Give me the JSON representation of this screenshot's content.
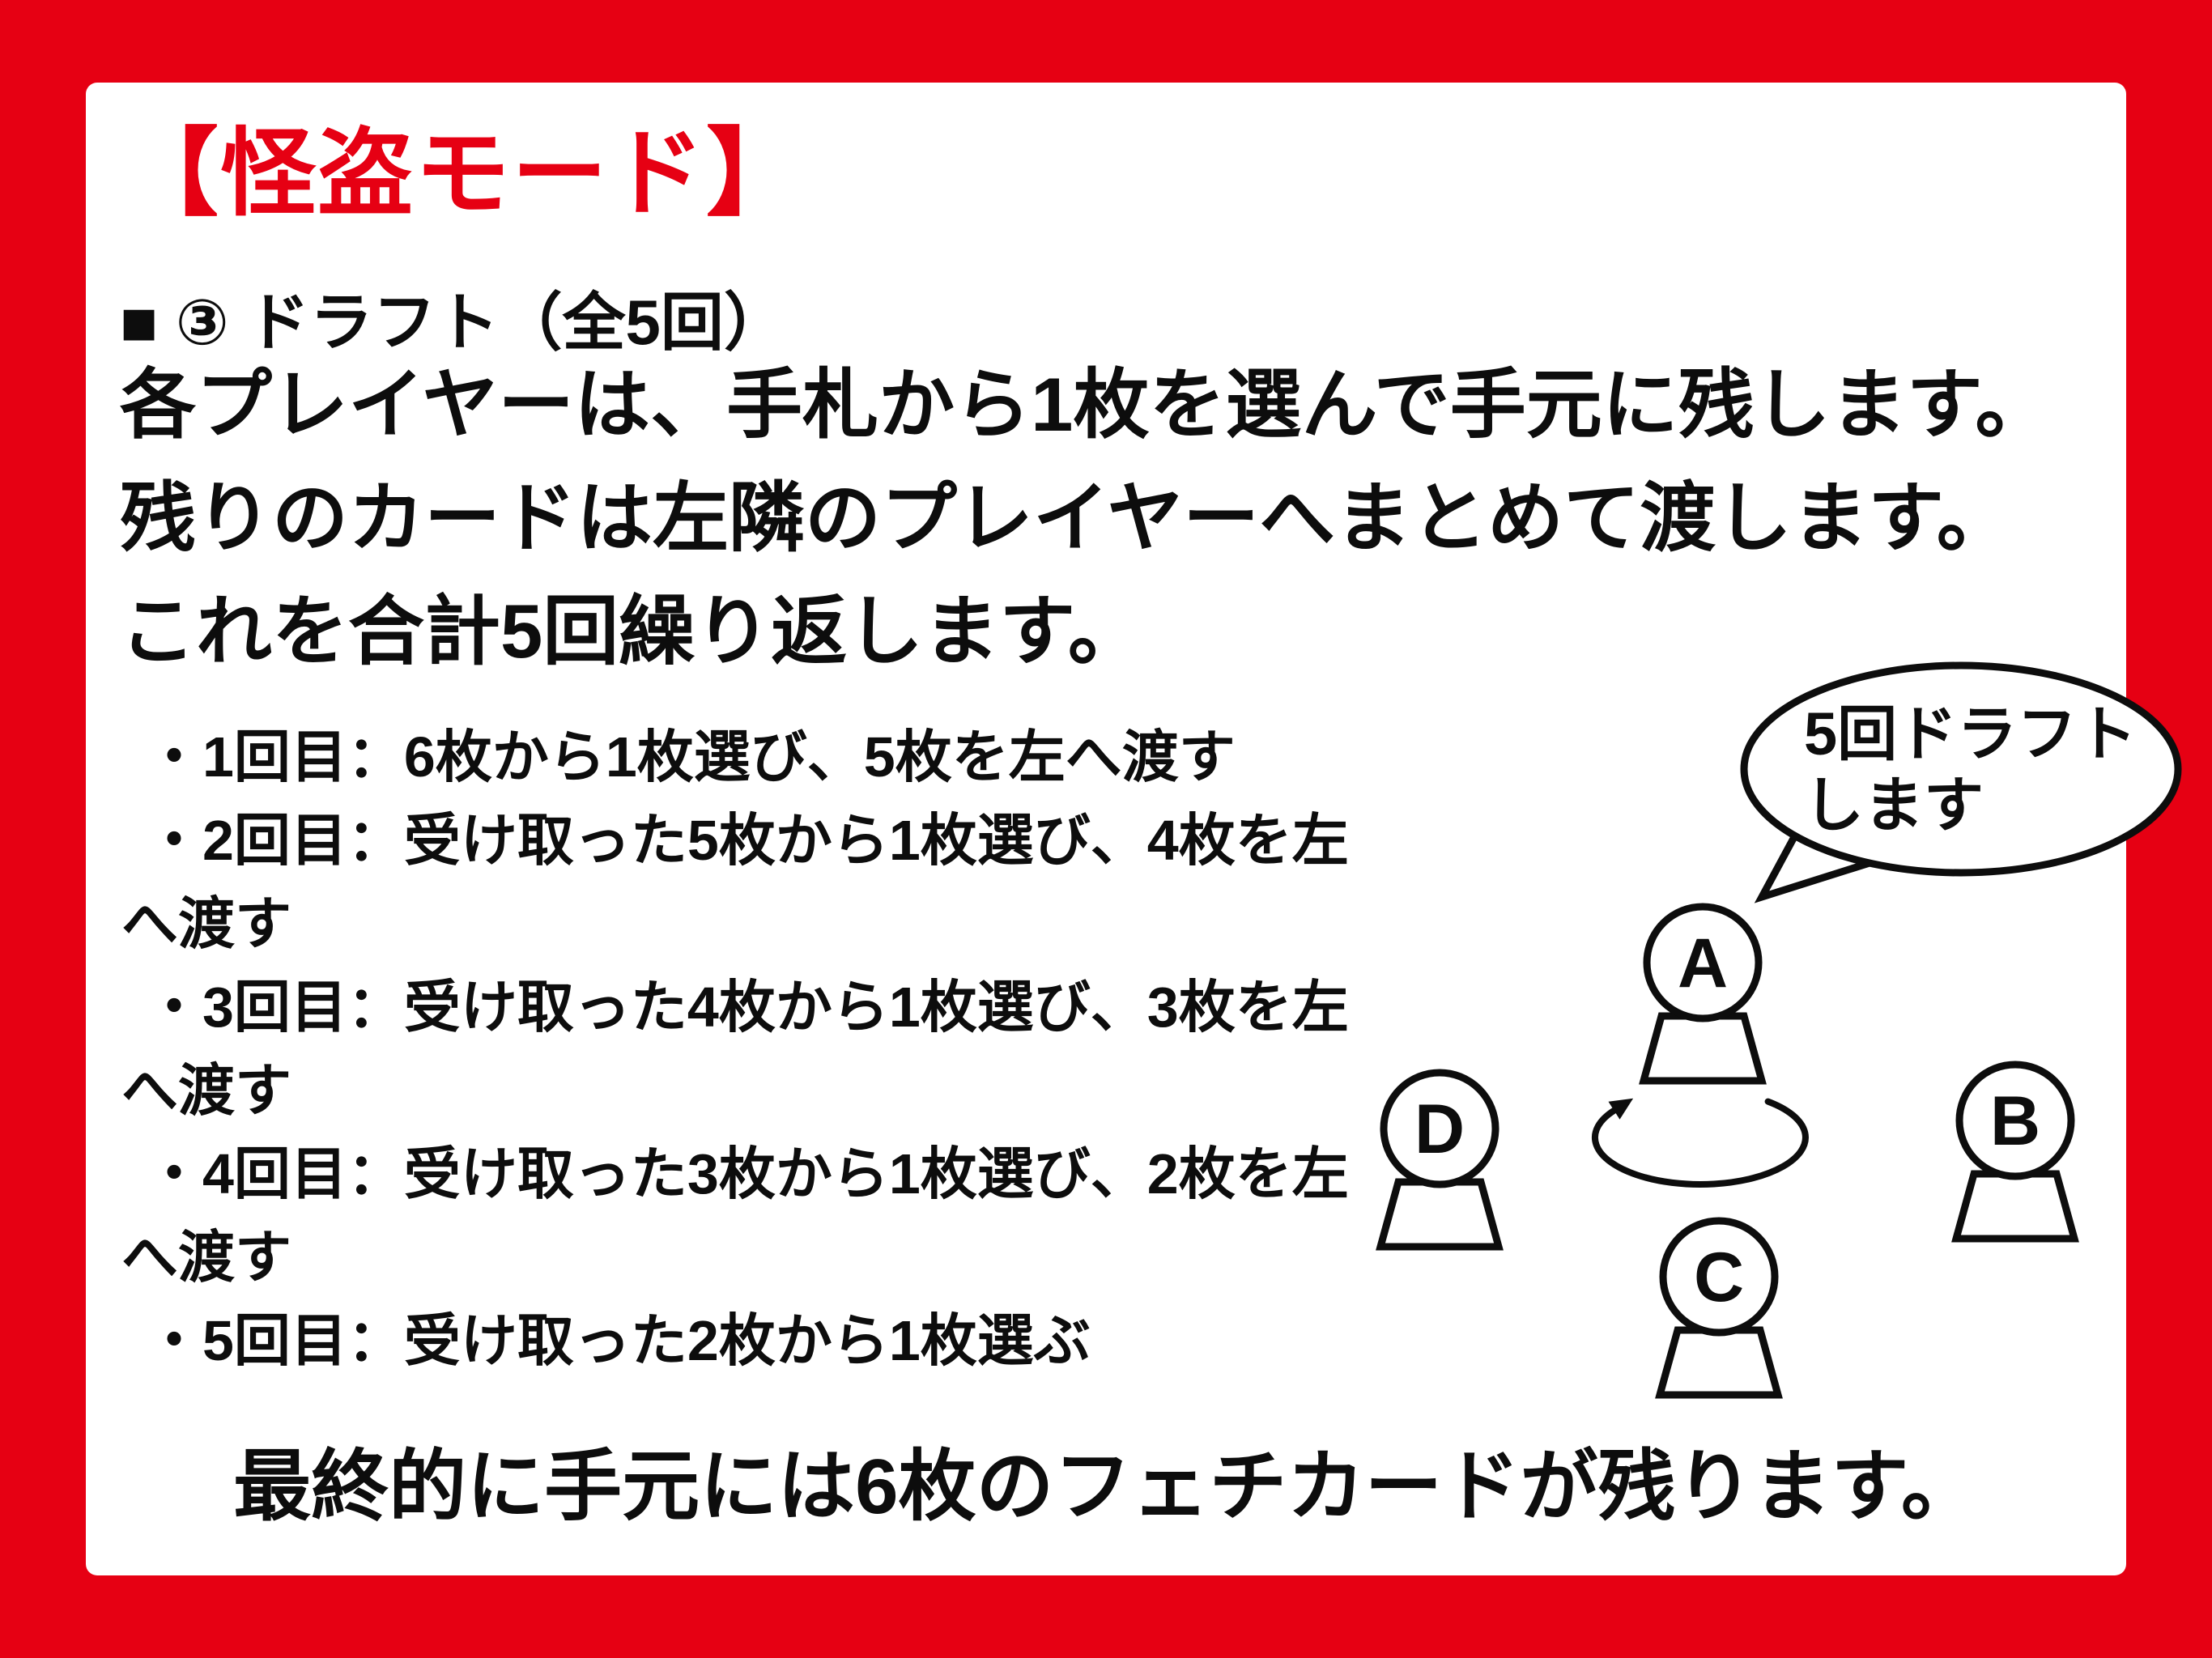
{
  "colors": {
    "accent_red": "#e60013",
    "text_black": "#0d0d0d",
    "panel_white": "#ffffff"
  },
  "title": "【怪盗モード】",
  "section": {
    "heading": "■ ③ ドラフト（全5回）"
  },
  "body_lines": [
    "各プレイヤーは、手札から1枚を選んで手元に残します。",
    "残りのカードは左隣のプレイヤーへまとめて渡します。",
    "これを合計5回繰り返します。"
  ],
  "bullets": [
    "・1回目：6枚から1枚選び、5枚を左へ渡す",
    "・2回目：受け取った5枚から1枚選び、4枚を左へ渡す",
    "・3回目：受け取った4枚から1枚選び、3枚を左へ渡す",
    "・4回目：受け取った3枚から1枚選び、2枚を左へ渡す",
    "・5回目：受け取った2枚から1枚選ぶ"
  ],
  "speech_bubble": {
    "line1": "5回ドラフト",
    "line2": "します"
  },
  "players": [
    {
      "label": "A"
    },
    {
      "label": "B"
    },
    {
      "label": "C"
    },
    {
      "label": "D"
    }
  ],
  "footer": "最終的に手元には6枚のフェチカードが残ります。"
}
